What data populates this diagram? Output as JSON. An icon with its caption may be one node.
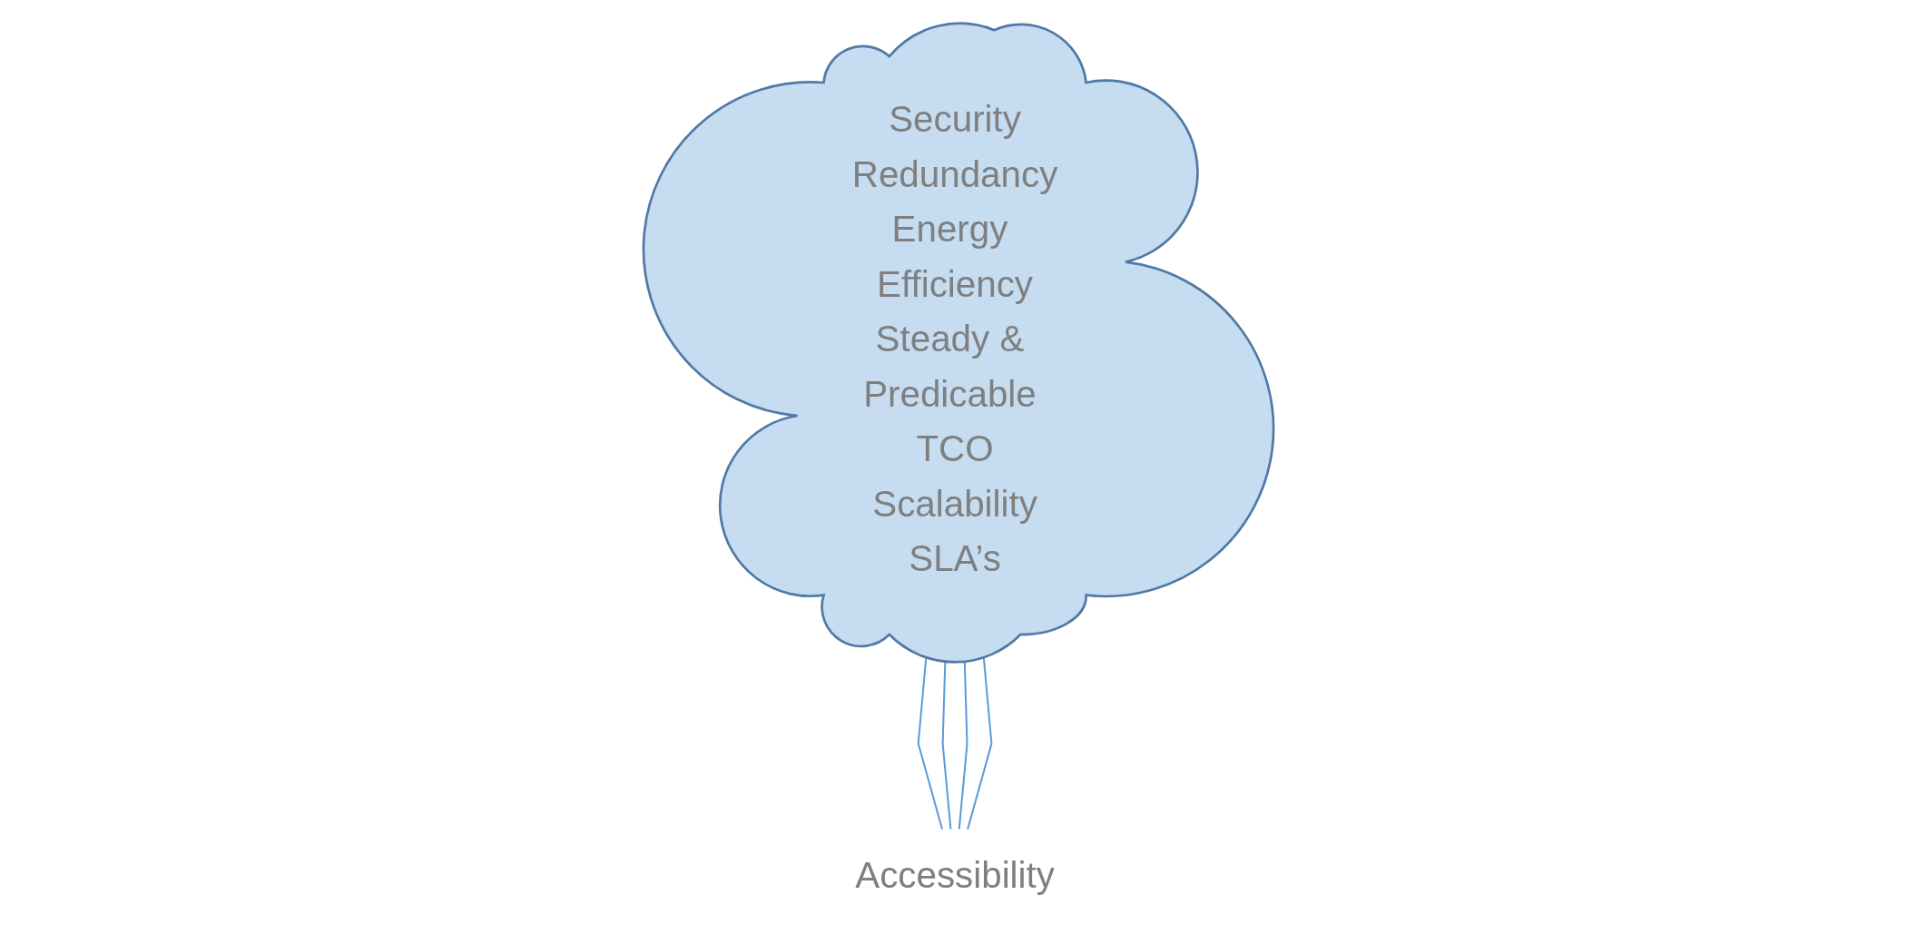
{
  "diagram": {
    "nodes": [
      {
        "text": [
          "Security",
          "Redundancy",
          "Energy Efficiency",
          "Steady & Predicable TCO",
          "Scalability",
          "SLA’s"
        ]
      },
      {
        "text": [
          "Accessibility"
        ]
      }
    ],
    "edges": [
      {
        "from": 1,
        "to": 0,
        "arrow": "none"
      },
      {
        "from": 1,
        "to": 0,
        "arrow": "none"
      },
      {
        "from": 1,
        "to": 0,
        "arrow": "none"
      },
      {
        "from": 1,
        "to": 0,
        "arrow": "none"
      }
    ]
  }
}
